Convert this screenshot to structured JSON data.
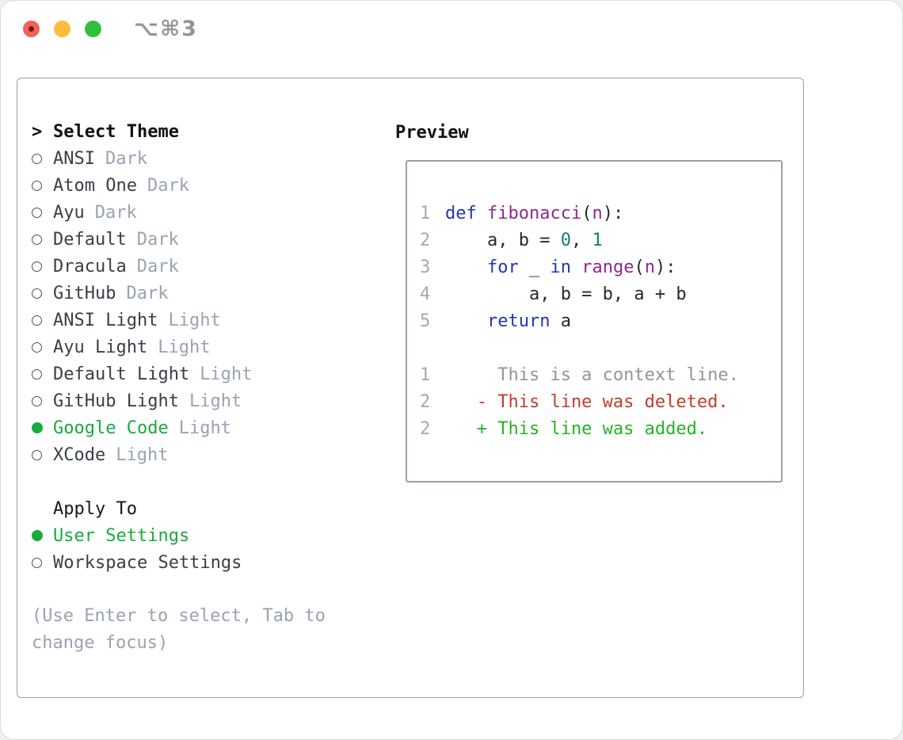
{
  "window": {
    "title": "⌥⌘3",
    "traffic_lights": [
      "close",
      "minimize",
      "zoom"
    ]
  },
  "colors": {
    "selection_green": "#17ab3d",
    "diff_added_green": "#22b422",
    "diff_deleted_red": "#c53b2a",
    "diff_context_gray": "#8f969e",
    "syntax_keyword_blue": "#2336b4",
    "syntax_function_purple": "#8e2a8c",
    "syntax_literal_teal": "#127d76",
    "muted_gray": "#9aa3b0",
    "panel_border": "#98a1ab",
    "traffic_red": "#f4605a",
    "traffic_yellow": "#fcbd3d",
    "traffic_green": "#2ec13e"
  },
  "theme_selector": {
    "cursor": ">",
    "header": "Select Theme",
    "items": [
      {
        "name": "ANSI",
        "variant": "Dark",
        "selected": false
      },
      {
        "name": "Atom One",
        "variant": "Dark",
        "selected": false
      },
      {
        "name": "Ayu",
        "variant": "Dark",
        "selected": false
      },
      {
        "name": "Default",
        "variant": "Dark",
        "selected": false
      },
      {
        "name": "Dracula",
        "variant": "Dark",
        "selected": false
      },
      {
        "name": "GitHub",
        "variant": "Dark",
        "selected": false
      },
      {
        "name": "ANSI Light",
        "variant": "Light",
        "selected": false
      },
      {
        "name": "Ayu Light",
        "variant": "Light",
        "selected": false
      },
      {
        "name": "Default Light",
        "variant": "Light",
        "selected": false
      },
      {
        "name": "GitHub Light",
        "variant": "Light",
        "selected": false
      },
      {
        "name": "Google Code",
        "variant": "Light",
        "selected": true
      },
      {
        "name": "XCode",
        "variant": "Light",
        "selected": false
      }
    ]
  },
  "apply_to": {
    "header": "Apply To",
    "options": [
      {
        "label": "User Settings",
        "selected": true
      },
      {
        "label": "Workspace Settings",
        "selected": false
      }
    ]
  },
  "help_text": "(Use Enter to select, Tab to change focus)",
  "preview": {
    "header": "Preview",
    "lines": [
      {
        "num": "1",
        "tokens": [
          {
            "text": "def",
            "style": "kw"
          },
          {
            "text": " ",
            "style": "pl"
          },
          {
            "text": "fibonacci",
            "style": "fn"
          },
          {
            "text": "(",
            "style": "pl"
          },
          {
            "text": "n",
            "style": "fn"
          },
          {
            "text": "):",
            "style": "pl"
          }
        ]
      },
      {
        "num": "2",
        "tokens": [
          {
            "text": "    a, b = ",
            "style": "pl"
          },
          {
            "text": "0",
            "style": "lit"
          },
          {
            "text": ", ",
            "style": "pl"
          },
          {
            "text": "1",
            "style": "lit"
          }
        ]
      },
      {
        "num": "3",
        "tokens": [
          {
            "text": "    ",
            "style": "pl"
          },
          {
            "text": "for",
            "style": "kw"
          },
          {
            "text": " _ ",
            "style": "pl"
          },
          {
            "text": "in",
            "style": "kw"
          },
          {
            "text": " ",
            "style": "pl"
          },
          {
            "text": "range",
            "style": "fn"
          },
          {
            "text": "(",
            "style": "pl"
          },
          {
            "text": "n",
            "style": "fn"
          },
          {
            "text": "):",
            "style": "pl"
          }
        ]
      },
      {
        "num": "4",
        "tokens": [
          {
            "text": "        a, b = b, a + b",
            "style": "pl"
          }
        ]
      },
      {
        "num": "5",
        "tokens": [
          {
            "text": "    ",
            "style": "pl"
          },
          {
            "text": "return",
            "style": "kw"
          },
          {
            "text": " a",
            "style": "pl"
          }
        ]
      },
      {
        "num": "",
        "tokens": []
      },
      {
        "num": "1",
        "tokens": [
          {
            "text": "     This is a context line.",
            "style": "ctx"
          }
        ]
      },
      {
        "num": "2",
        "tokens": [
          {
            "text": "   - This line was deleted.",
            "style": "del"
          }
        ]
      },
      {
        "num": "2",
        "tokens": [
          {
            "text": "   + This line was added.",
            "style": "add"
          }
        ]
      }
    ]
  }
}
